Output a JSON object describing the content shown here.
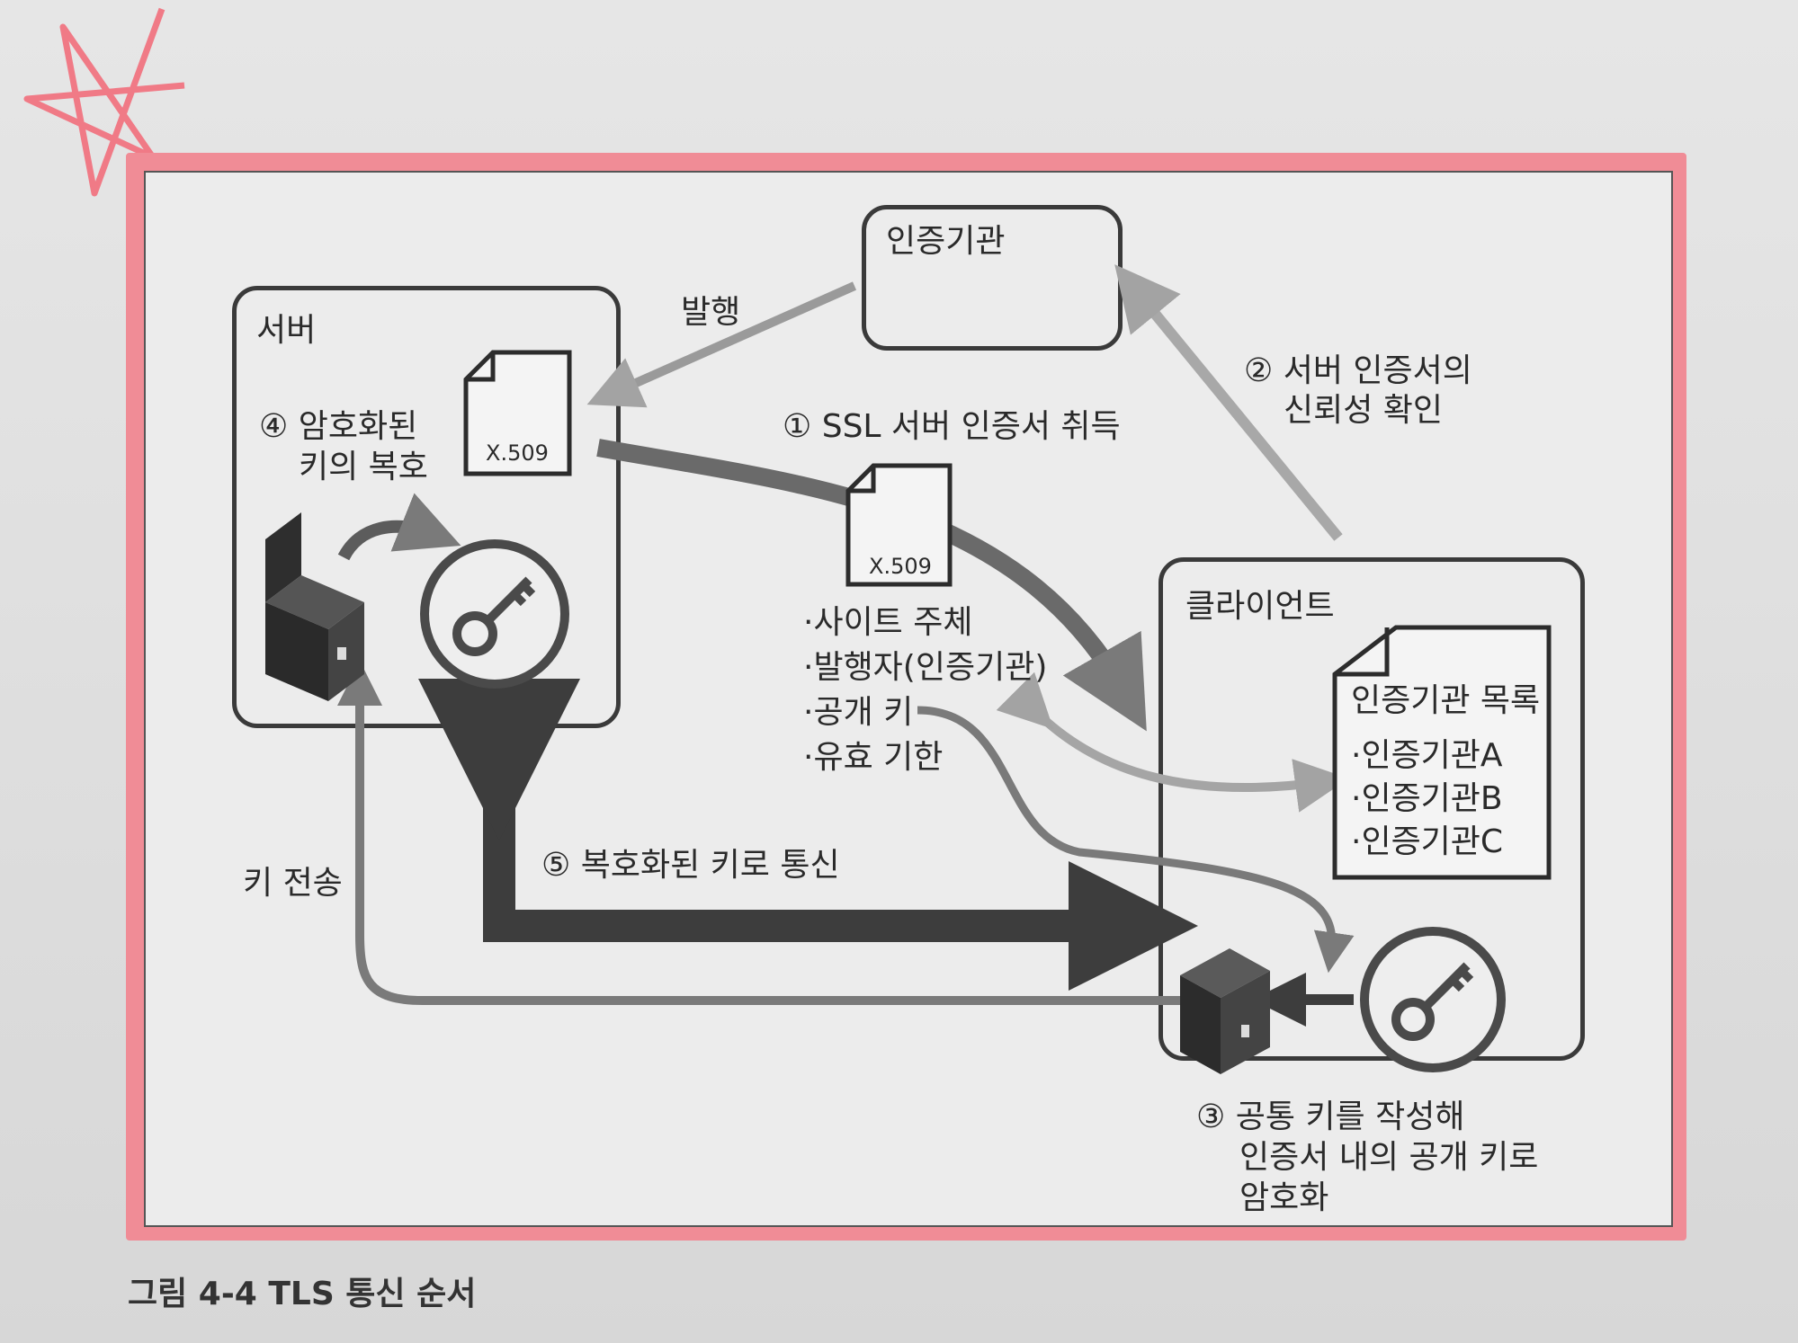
{
  "diagram": {
    "ca_box": {
      "label": "인증기관"
    },
    "server_box": {
      "label": "서버",
      "step4_line1": "④ 암호화된",
      "step4_line2": "키의 복호"
    },
    "client_box": {
      "label": "클라이언트"
    },
    "issue_label": "발행",
    "step1": "① SSL 서버 인증서 취득",
    "step2_line1": "② 서버 인증서의",
    "step2_line2": "신뢰성 확인",
    "step3_line1": "③ 공통 키를 작성해",
    "step3_line2": "인증서 내의 공개 키로",
    "step3_line3": "암호화",
    "step5": "⑤ 복호화된 키로 통신",
    "key_send": "키 전송",
    "cert_label": "X.509",
    "cert_fields": [
      "·사이트 주체",
      "·발행자(인증기관)",
      "·공개 키",
      "·유효 기한"
    ],
    "ca_list": {
      "title": "인증기관 목록",
      "items": [
        "·인증기관A",
        "·인증기관B",
        "·인증기관C"
      ]
    }
  },
  "caption": "그림 4-4 TLS 통신 순서",
  "colors": {
    "highlight": "#f08c96",
    "arrow_dark": "#3d3d3d",
    "arrow_mid": "#7a7a7a",
    "arrow_light": "#a9a9a9"
  }
}
